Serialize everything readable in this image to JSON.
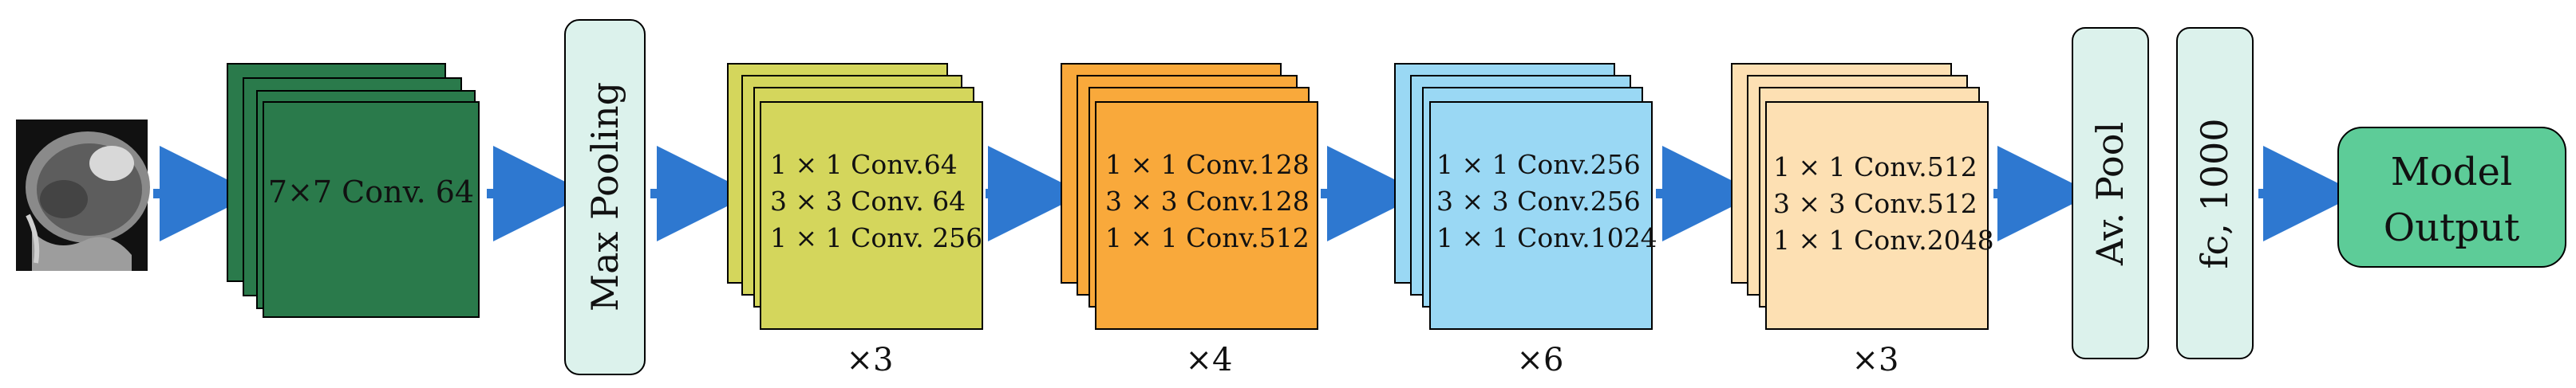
{
  "input_image": {
    "label": ""
  },
  "stages": [
    {
      "id": "conv1",
      "lines": [
        "7×7 Conv. 64"
      ],
      "color": "#2a7a4b",
      "repeat": ""
    },
    {
      "id": "pool",
      "vertical_label": "Max Pooling",
      "color": "#dcf2ec"
    },
    {
      "id": "block1",
      "lines": [
        "1 × 1 Conv.64",
        "3 × 3 Conv. 64",
        "1 × 1 Conv. 256"
      ],
      "color": "#d4d65c",
      "repeat": "×3"
    },
    {
      "id": "block2",
      "lines": [
        "1 × 1 Conv.128",
        "3 × 3 Conv.128",
        "1 × 1 Conv.512"
      ],
      "color": "#f9a93b",
      "repeat": "×4"
    },
    {
      "id": "block3",
      "lines": [
        "1 × 1 Conv.256",
        "3 × 3 Conv.256",
        "1 × 1 Conv.1024"
      ],
      "color": "#9ad8f4",
      "repeat": "×6"
    },
    {
      "id": "block4",
      "lines": [
        "1 × 1 Conv.512",
        "3 × 3 Conv.512",
        "1 × 1 Conv.2048"
      ],
      "color": "#fde0b3",
      "repeat": "×3"
    },
    {
      "id": "avpool",
      "vertical_label": "Av. Pool",
      "color": "#dcf2ec"
    },
    {
      "id": "fc",
      "vertical_label": "fc, 1000",
      "color": "#dcf2ec"
    }
  ],
  "output": {
    "lines": [
      "Model",
      "Output"
    ],
    "color": "#5dcc98"
  },
  "arrow_color": "#2e78d0"
}
